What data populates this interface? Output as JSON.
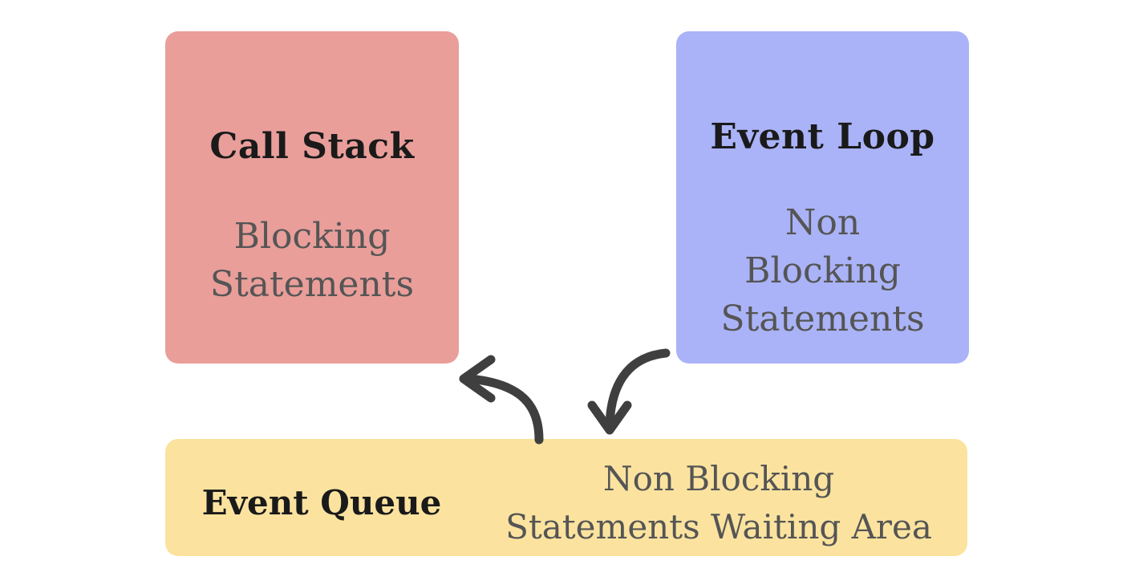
{
  "colors": {
    "call_stack_bg": "#e99e9a",
    "event_loop_bg": "#aab3f7",
    "event_queue_bg": "#fbe39f",
    "arrow": "#3f3f3f"
  },
  "call_stack": {
    "title": "Call Stack",
    "subtitle": "Blocking\nStatements"
  },
  "event_loop": {
    "title": "Event Loop",
    "subtitle": "Non\nBlocking\nStatements"
  },
  "event_queue": {
    "title": "Event Queue",
    "subtitle": "Non Blocking\nStatements Waiting Area"
  },
  "arrows": [
    {
      "from": "event_queue",
      "to": "call_stack"
    },
    {
      "from": "event_loop",
      "to": "event_queue"
    }
  ]
}
